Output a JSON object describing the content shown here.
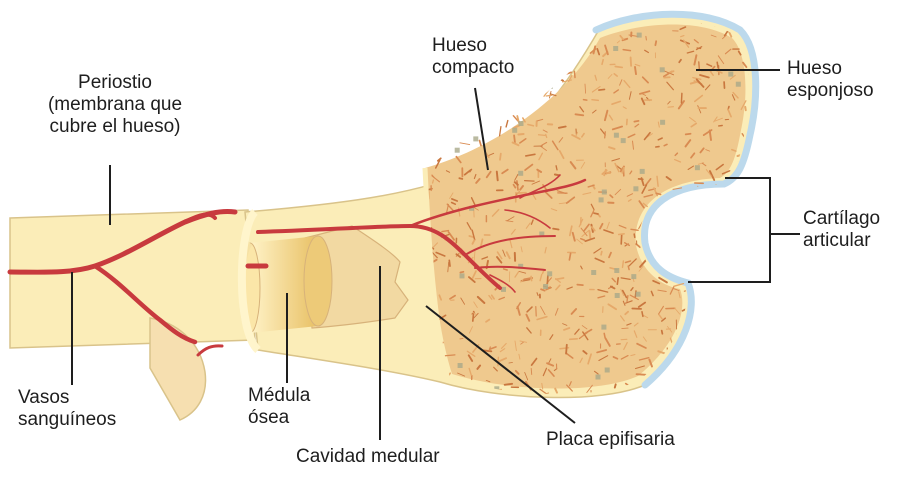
{
  "labels": {
    "periosteum": [
      "Periostio",
      "(membrana que",
      "cubre el hueso)"
    ],
    "compact_bone": [
      "Hueso",
      "compacto"
    ],
    "spongy_bone": [
      "Hueso",
      "esponjoso"
    ],
    "articular_cartilage": [
      "Cartílago",
      "articular"
    ],
    "blood_vessels": [
      "Vasos",
      "sanguíneos"
    ],
    "bone_marrow": [
      "Médula",
      "ósea"
    ],
    "medullary_cavity": "Cavidad medular",
    "epiphyseal_plate": "Placa epifisaria"
  },
  "colors": {
    "bone_cream": "#fbedb8",
    "bone_outline": "#d9c38a",
    "spongy_fill": "#efc98e",
    "spongy_fleck": "#d98b52",
    "spongy_dot": "#a9a98a",
    "cartilage": "#bcd9ec",
    "marrow_light": "#fff1c2",
    "marrow_dark": "#ebc56c",
    "cavity": "#f2d9a2",
    "vessel": "#c83a3e",
    "leader": "#1e1e1e",
    "text": "#1e1e1e"
  }
}
